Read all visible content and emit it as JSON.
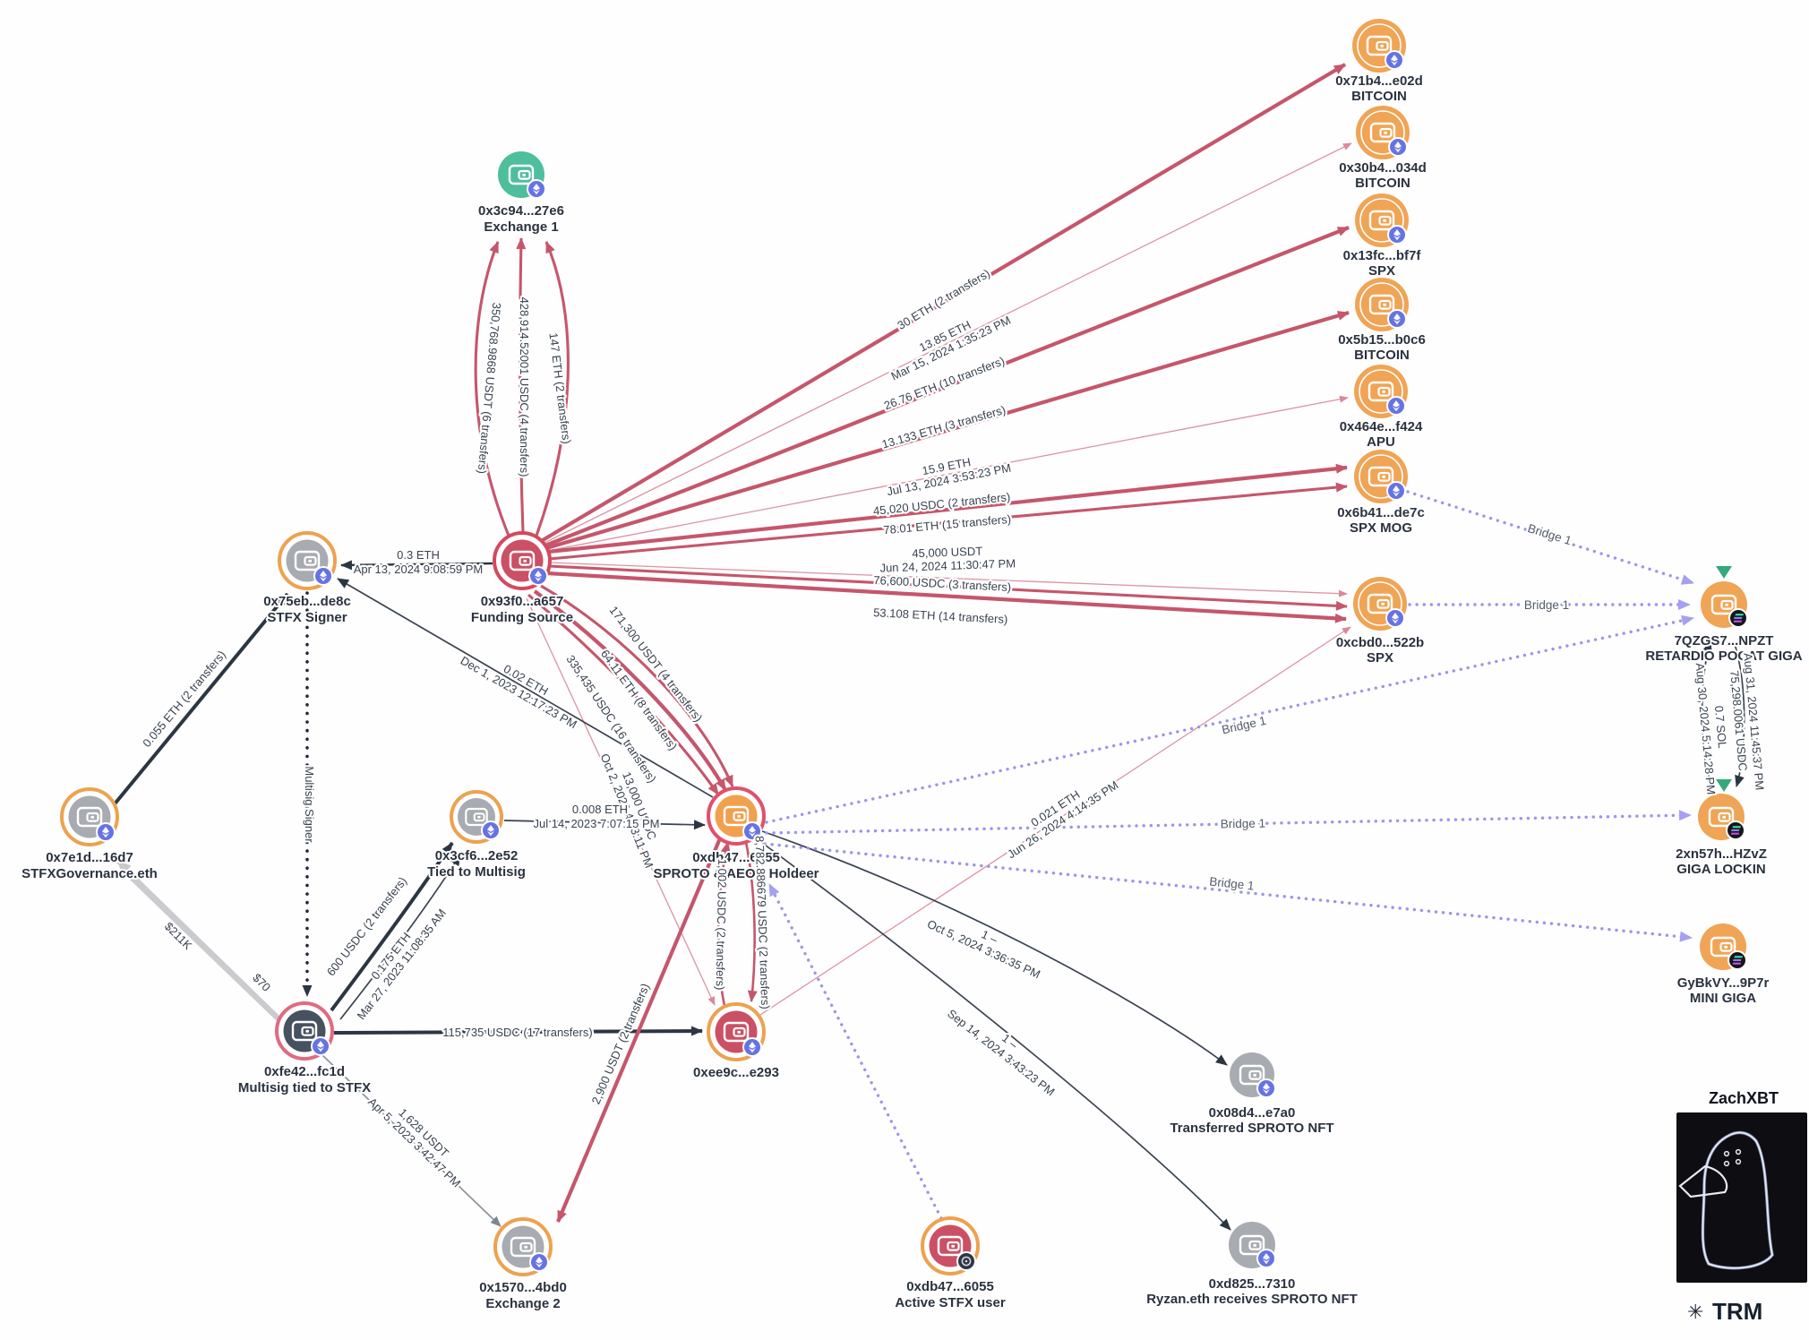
{
  "nodes": {
    "exchange1": {
      "address": "0x3c94...27e6",
      "label": "Exchange 1",
      "badge": "eth-badge"
    },
    "funding": {
      "address": "0x93f0...a657",
      "label": "Funding Source",
      "badge": "eth-badge"
    },
    "stfx_signer": {
      "address": "0x75eb...de8c",
      "label": "STFX Signer",
      "badge": "eth-badge"
    },
    "governance": {
      "address": "0x7e1d...16d7",
      "label": "STFXGovernance.eth",
      "badge": "eth-badge"
    },
    "tied_multisig": {
      "address": "0x3cf6...2e52",
      "label": "Tied to Multisig",
      "badge": "eth-badge"
    },
    "multisig": {
      "address": "0xfe42...fc1d",
      "label": "Multisig tied to STFX",
      "badge": "eth-badge"
    },
    "sproto": {
      "address": "0xdb47...6055",
      "label": "SPROTO & AEON Holdeer",
      "badge": "eth-badge"
    },
    "ee9c": {
      "address": "0xee9c...e293",
      "label": "",
      "badge": "eth-badge"
    },
    "exchange2": {
      "address": "0x1570...4bd0",
      "label": "Exchange 2",
      "badge": "eth-badge"
    },
    "btc1": {
      "address": "0x71b4...e02d",
      "label": "BITCOIN",
      "badge": "eth-badge"
    },
    "btc2": {
      "address": "0x30b4...034d",
      "label": "BITCOIN",
      "badge": "eth-badge"
    },
    "spx1": {
      "address": "0x13fc...bf7f",
      "label": "SPX",
      "badge": "eth-badge"
    },
    "btc3": {
      "address": "0x5b15...b0c6",
      "label": "BITCOIN",
      "badge": "eth-badge"
    },
    "apu": {
      "address": "0x464e...f424",
      "label": "APU",
      "badge": "eth-badge"
    },
    "spxmog": {
      "address": "0x6b41...de7c",
      "label": "SPX MOG",
      "badge": "eth-badge"
    },
    "spx2": {
      "address": "0xcbd0...522b",
      "label": "SPX",
      "badge": "eth-badge"
    },
    "retardio": {
      "address": "7QZGS7...NPZT",
      "label": "RETARDIO POCAT GIGA",
      "badge": "sol-badge"
    },
    "giga_lockin": {
      "address": "2xn57h...HZvZ",
      "label": "GIGA LOCKIN",
      "badge": "sol-badge"
    },
    "mini_giga": {
      "address": "GyBkVY...9P7r",
      "label": "MINI GIGA",
      "badge": "sol-badge"
    },
    "transferred_nft": {
      "address": "0x08d4...e7a0",
      "label": "Transferred SPROTO NFT",
      "badge": "eth-badge"
    },
    "active_user": {
      "address": "0xdb47...6055",
      "label": "Active STFX user",
      "badge": "dark-badge"
    },
    "ryzan": {
      "address": "0xd825...7310",
      "label": "Ryzan.eth receives SPROTO NFT",
      "badge": "eth-badge"
    }
  },
  "edges": {
    "f_ex1_usdt": {
      "label": "350,768.9868 USDT (6 transfers)"
    },
    "f_ex1_usdc": {
      "label": "428,914.52001 USDC (4 transfers)"
    },
    "f_ex1_eth": {
      "label": "147 ETH (2 transfers)"
    },
    "f_signer": {
      "label": "0.3 ETH",
      "sublabel": "Apr 13, 2024 9:08:59 PM"
    },
    "f_btc1": {
      "label": "30 ETH (2 transfers)"
    },
    "f_btc2": {
      "label": "13.85 ETH",
      "sublabel": "Mar 15, 2024 1:35:23 PM"
    },
    "f_spx1": {
      "label": "26.76 ETH (10 transfers)"
    },
    "f_btc3": {
      "label": "13.133 ETH (3 transfers)"
    },
    "f_apu": {
      "label": "15.9 ETH",
      "sublabel": "Jul 13, 2024 3:53:23 PM"
    },
    "f_spxmog_usdc": {
      "label": "45,020 USDC (2 transfers)"
    },
    "f_spxmog_eth": {
      "label": "78.01 ETH (15 transfers)"
    },
    "f_spx2_usdt": {
      "label": "45,000 USDT",
      "sublabel": "Jun 24, 2024 11:30:47 PM"
    },
    "f_spx2_usdc": {
      "label": "76,600 USDC (3 transfers)"
    },
    "f_spx2_eth": {
      "label": "53.108 ETH (14 transfers)"
    },
    "f_sproto_usdt": {
      "label": "171,300 USDT (4 transfers)"
    },
    "f_sproto_eth": {
      "label": "64.11 ETH (8 transfers)"
    },
    "f_sproto_usdc": {
      "label": "335,435 USDC (16 transfers)"
    },
    "f_ee9c": {
      "label": "13,000 USDC",
      "sublabel": "Oct 2, 2023 4:53:11 PM"
    },
    "sproto_signer": {
      "label": "0.02 ETH",
      "sublabel": "Dec 1, 2023 12:17:23 PM"
    },
    "tied_sproto": {
      "label": "0.008 ETH",
      "sublabel": "Jul 14, 2023 7:07:15 PM"
    },
    "gov_signer": {
      "label": "0.055 ETH (2 transfers)"
    },
    "multisig_gov": {
      "label": "$211K"
    },
    "gov_multisig": {
      "label": "$70"
    },
    "signer_multisig": {
      "label": "Multisig Signer"
    },
    "multisig_tied_usdc": {
      "label": "600 USDC (2 transfers)"
    },
    "multisig_tied_eth": {
      "label": "0.175 ETH",
      "sublabel": "Mar 27, 2023 11:08:35 AM"
    },
    "multisig_ee9c": {
      "label": "115,735 USDC (17 transfers)"
    },
    "multisig_ex2": {
      "label": "1,628 USDT",
      "sublabel": "Apr 5, 2023 3:42:47 PM"
    },
    "sproto_ex2": {
      "label": "2,900 USDT (2 transfers)"
    },
    "ee9c_sproto": {
      "label": "1,002 USDC (2 transfers)"
    },
    "sproto_ee9c": {
      "label": "8,782.886679 USDC (2 transfers)"
    },
    "ee9c_spx2": {
      "label": "0.021 ETH",
      "sublabel": "Jun 26, 2024 4:14:35 PM"
    },
    "sproto_nft": {
      "label": "1 –",
      "sublabel": "Oct 5, 2024 3:36:35 PM"
    },
    "sproto_ryzan": {
      "label": "1 –",
      "sublabel": "Sep 14, 2024 3:43:23 PM"
    },
    "bridge": {
      "label": "Bridge 1"
    },
    "lockin_retardio": {
      "label": "0.7 SOL",
      "sublabel": "Aug 30, 2024 5:14:28 PM"
    },
    "retardio_lockin": {
      "label": "75,298.0061 USDC",
      "sublabel": "Aug 31, 2024 11:45:37 PM"
    }
  },
  "branding": {
    "analyst": "ZachXBT",
    "platform": "TRM",
    "platform_icon": "✳"
  },
  "colors": {
    "red_edge": "#c5566c",
    "pink_edge": "#dc93a3",
    "dark_edge": "#2c3643",
    "gray_edge": "#cbcbcf",
    "purple_bridge_edge": "#9c94ee",
    "orange_node": "#f0a455",
    "teal_node": "#4fbe9d",
    "red_node": "#cb5065",
    "gray_node": "#a8abb1",
    "navy_node": "#46525f",
    "eth_badge": "#6673e2",
    "sol_badge": "#16171d",
    "green_marker": "#35a97c"
  }
}
